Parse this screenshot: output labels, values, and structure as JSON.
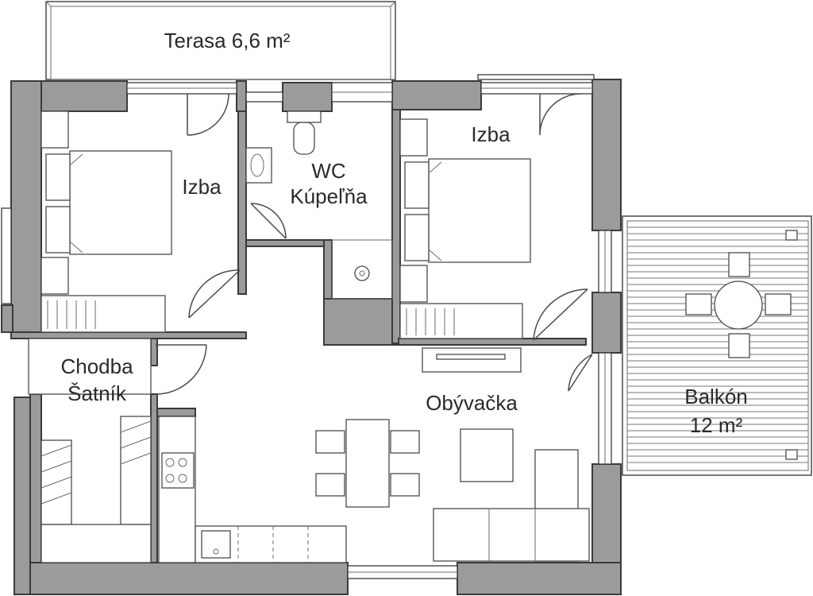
{
  "rooms": {
    "terasa": "Terasa 6,6 m²",
    "izba_left": "Izba",
    "izba_right": "Izba",
    "wc_line1": "WC",
    "wc_line2": "Kúpeľňa",
    "chodba_line1": "Chodba",
    "chodba_line2": "Šatník",
    "obyvacka": "Obývačka",
    "balkon_line1": "Balkón",
    "balkon_line2": "12 m²"
  },
  "colors": {
    "wall": "#9b9b9b",
    "wall_outline": "#3a3a3a",
    "line": "#4a4a4a",
    "background": "#ffffff"
  }
}
